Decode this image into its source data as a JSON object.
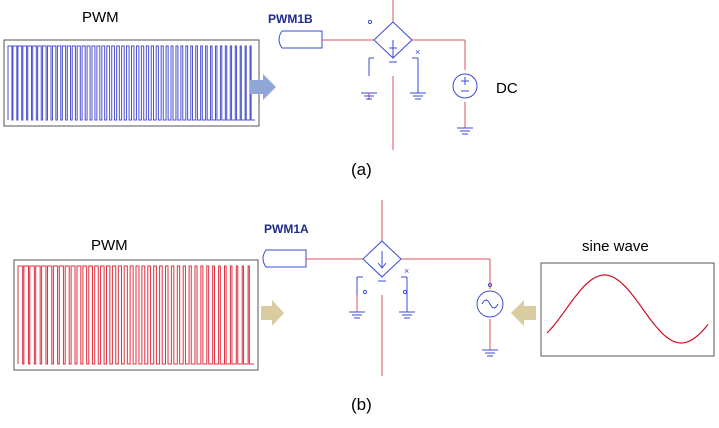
{
  "panel_a": {
    "pwm_label": "PWM",
    "net_label": "PWM1B",
    "source_label": "DC",
    "caption": "(a)",
    "colors": {
      "pwm_wave": "#4a4fd0",
      "arrow": "#8fa6d6",
      "wire": "#e05060",
      "component": "#3b4bd6"
    }
  },
  "panel_b": {
    "pwm_label": "PWM",
    "net_label": "PWM1A",
    "source_label": "sine wave",
    "caption": "(b)",
    "colors": {
      "pwm_wave": "#e03040",
      "arrow": "#d8cca0",
      "wire": "#e05060",
      "component": "#3b4bd6",
      "sine": "#d01020"
    }
  }
}
